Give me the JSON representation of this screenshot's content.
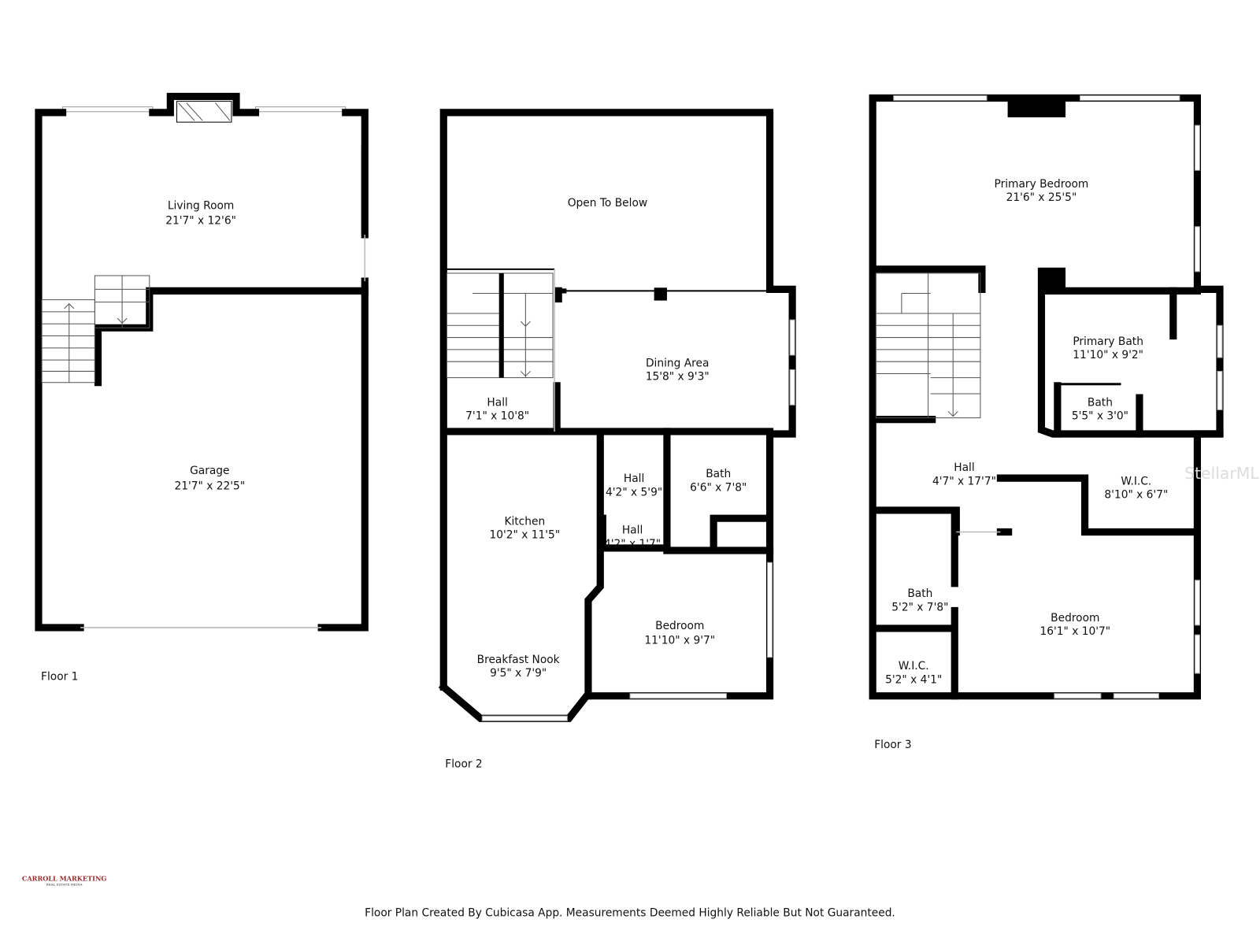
{
  "floors": [
    {
      "label": "Floor 1",
      "rooms": [
        {
          "name": "Living Room",
          "size": "21'7\" x 12'6\""
        },
        {
          "name": "Garage",
          "size": "21'7\" x 22'5\""
        }
      ]
    },
    {
      "label": "Floor 2",
      "rooms": [
        {
          "name": "Open To Below",
          "size": ""
        },
        {
          "name": "Dining Area",
          "size": "15'8\" x 9'3\""
        },
        {
          "name": "Hall",
          "size": "7'1\" x 10'8\""
        },
        {
          "name": "Hall",
          "size": "4'2\" x 5'9\""
        },
        {
          "name": "Bath",
          "size": "6'6\" x 7'8\""
        },
        {
          "name": "Hall",
          "size": "4'2\" x 1'7\""
        },
        {
          "name": "Kitchen",
          "size": "10'2\" x 11'5\""
        },
        {
          "name": "Bedroom",
          "size": "11'10\" x 9'7\""
        },
        {
          "name": "Breakfast Nook",
          "size": "9'5\" x 7'9\""
        }
      ]
    },
    {
      "label": "Floor 3",
      "rooms": [
        {
          "name": "Primary Bedroom",
          "size": "21'6\" x 25'5\""
        },
        {
          "name": "Primary Bath",
          "size": "11'10\" x 9'2\""
        },
        {
          "name": "Bath",
          "size": "5'5\" x 3'0\""
        },
        {
          "name": "Hall",
          "size": "4'7\" x 17'7\""
        },
        {
          "name": "W.I.C.",
          "size": "8'10\" x 6'7\""
        },
        {
          "name": "Bath",
          "size": "5'2\" x 7'8\""
        },
        {
          "name": "Bedroom",
          "size": "16'1\" x 10'7\""
        },
        {
          "name": "W.I.C.",
          "size": "5'2\" x 4'1\""
        }
      ]
    }
  ],
  "logo": {
    "line1": "CARROLL MARKETING",
    "line2": "REAL ESTATE MEDIA"
  },
  "watermark": "StellarMLS",
  "footer": "Floor Plan Created By Cubicasa App. Measurements Deemed Highly Reliable But Not Guaranteed."
}
